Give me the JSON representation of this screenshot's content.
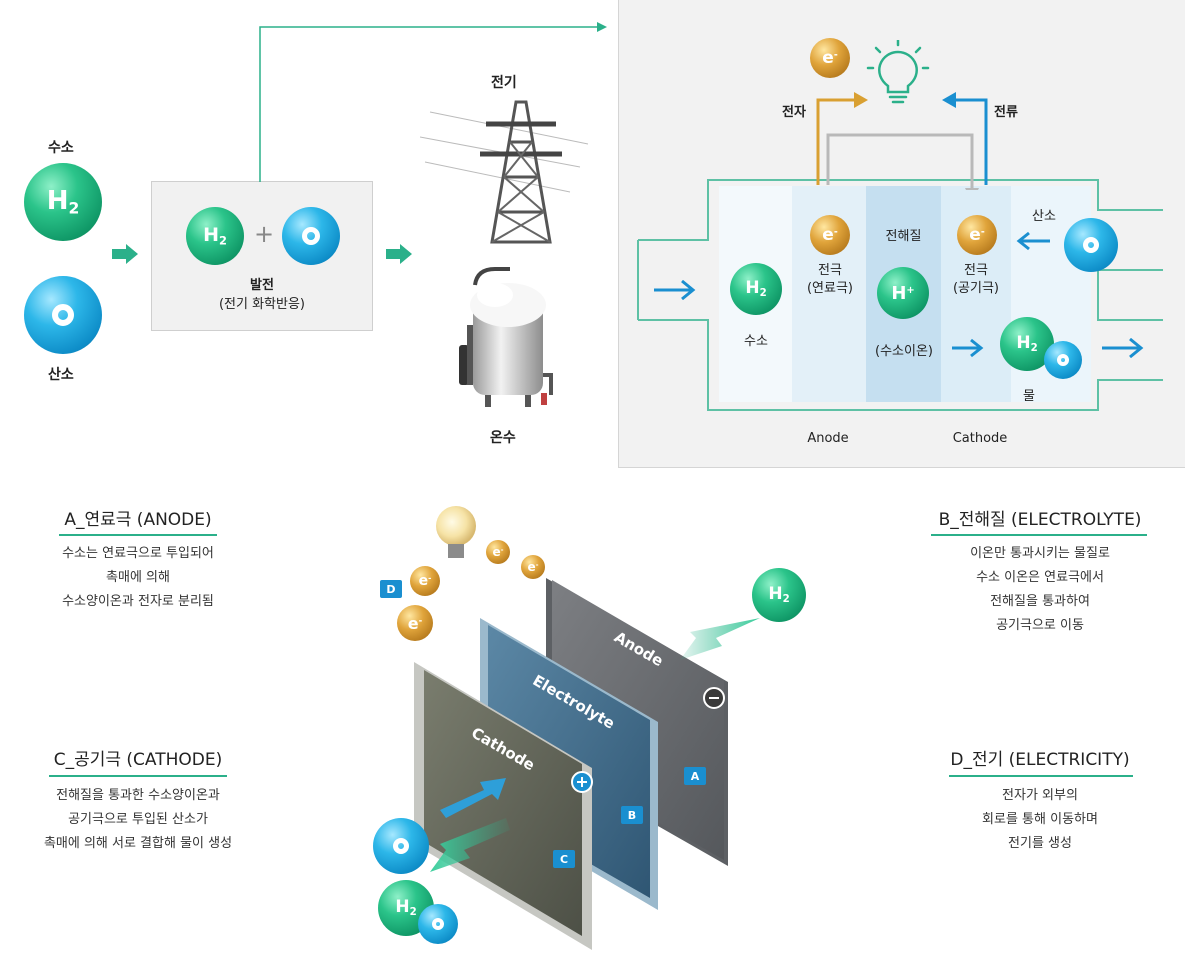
{
  "top_left": {
    "hydrogen_label": "수소",
    "oxygen_label": "산소",
    "process_label": "발전",
    "process_sub": "(전기 화학반응)",
    "electricity_label": "전기",
    "hotwater_label": "온수"
  },
  "cell_diagram": {
    "electron_label": "전자",
    "current_label": "전류",
    "electrolyte_label": "전해질",
    "oxygen_label": "산소",
    "anode_electrode": "전극",
    "anode_electrode_sub": "(연료극)",
    "cathode_electrode": "전극",
    "cathode_electrode_sub": "(공기극)",
    "hydrogen_label": "수소",
    "hydrogen_ion_label": "(수소이온)",
    "water_label": "물",
    "anode_label": "Anode",
    "cathode_label": "Cathode"
  },
  "molecules": {
    "h2": "H",
    "h2_sub": "2",
    "e": "e",
    "e_sup": "-",
    "hplus": "H",
    "hplus_sup": "+"
  },
  "sections": {
    "a_title": "A_연료극 (ANODE)",
    "a_desc": [
      "수소는 연료극으로 투입되어",
      "촉매에 의해",
      "수소양이온과 전자로 분리됨"
    ],
    "b_title": "B_전해질 (ELECTROLYTE)",
    "b_desc": [
      "이온만 통과시키는 물질로",
      "수소 이온은 연료극에서",
      "전해질을 통과하여",
      "공기극으로 이동"
    ],
    "c_title": "C_공기극 (CATHODE)",
    "c_desc": [
      "전해질을 통과한 수소양이온과",
      "공기극으로 투입된 산소가",
      "촉매에 의해 서로 결합해 물이 생성"
    ],
    "d_title": "D_전기 (ELECTRICITY)",
    "d_desc": [
      "전자가 외부의",
      "회로를 통해 이동하며",
      "전기를 생성"
    ]
  },
  "stack": {
    "anode": "Anode",
    "electrolyte": "Electrolyte",
    "cathode": "Cathode",
    "tag_a": "A",
    "tag_b": "B",
    "tag_c": "C",
    "tag_d": "D",
    "minus": "−",
    "plus": "+"
  },
  "colors": {
    "accent_green": "#2bb08a",
    "arrow_blue": "#1a8fd0",
    "electron_gold": "#d9a032"
  }
}
